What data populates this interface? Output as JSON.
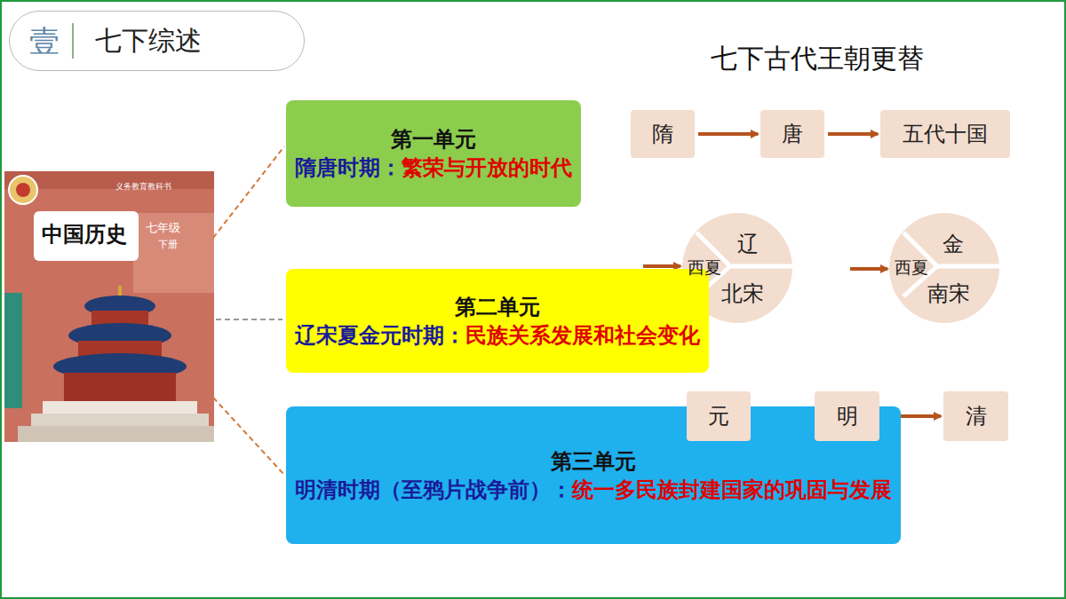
{
  "diagram": {
    "title": "七下古代王朝更替",
    "nodes": [
      {
        "text": [
          "壹",
          "七下综述"
        ]
      },
      {
        "text": [
          "第一单元",
          "隋唐时期：",
          "繁荣与开放的时代"
        ]
      },
      {
        "text": [
          "第二单元",
          "辽宋夏金元时期：",
          "民族关系发展和社会变化"
        ]
      },
      {
        "text": [
          "第三单元",
          "明清时期（至鸦片战争前）：",
          "统一多民族封建国家的巩固与发展"
        ]
      },
      {
        "text": [
          "隋"
        ]
      },
      {
        "text": [
          "唐"
        ]
      },
      {
        "text": [
          "五代十国"
        ]
      },
      {
        "text": [
          "辽"
        ]
      },
      {
        "text": [
          "西夏"
        ]
      },
      {
        "text": [
          "北宋"
        ]
      },
      {
        "text": [
          "金"
        ]
      },
      {
        "text": [
          "西夏"
        ]
      },
      {
        "text": [
          "南宋"
        ]
      },
      {
        "text": [
          "元"
        ]
      },
      {
        "text": [
          "明"
        ]
      },
      {
        "text": [
          "清"
        ]
      }
    ],
    "edges": [
      {
        "from": 4,
        "to": 5,
        "arrow": "to"
      },
      {
        "from": 5,
        "to": 6,
        "arrow": "to"
      },
      {
        "from": 13,
        "to": 14,
        "arrow": "to"
      },
      {
        "from": 14,
        "to": 15,
        "arrow": "to"
      }
    ],
    "labels": [
      "义务教育教科书",
      "中国历史",
      "七年级",
      "下册"
    ]
  }
}
